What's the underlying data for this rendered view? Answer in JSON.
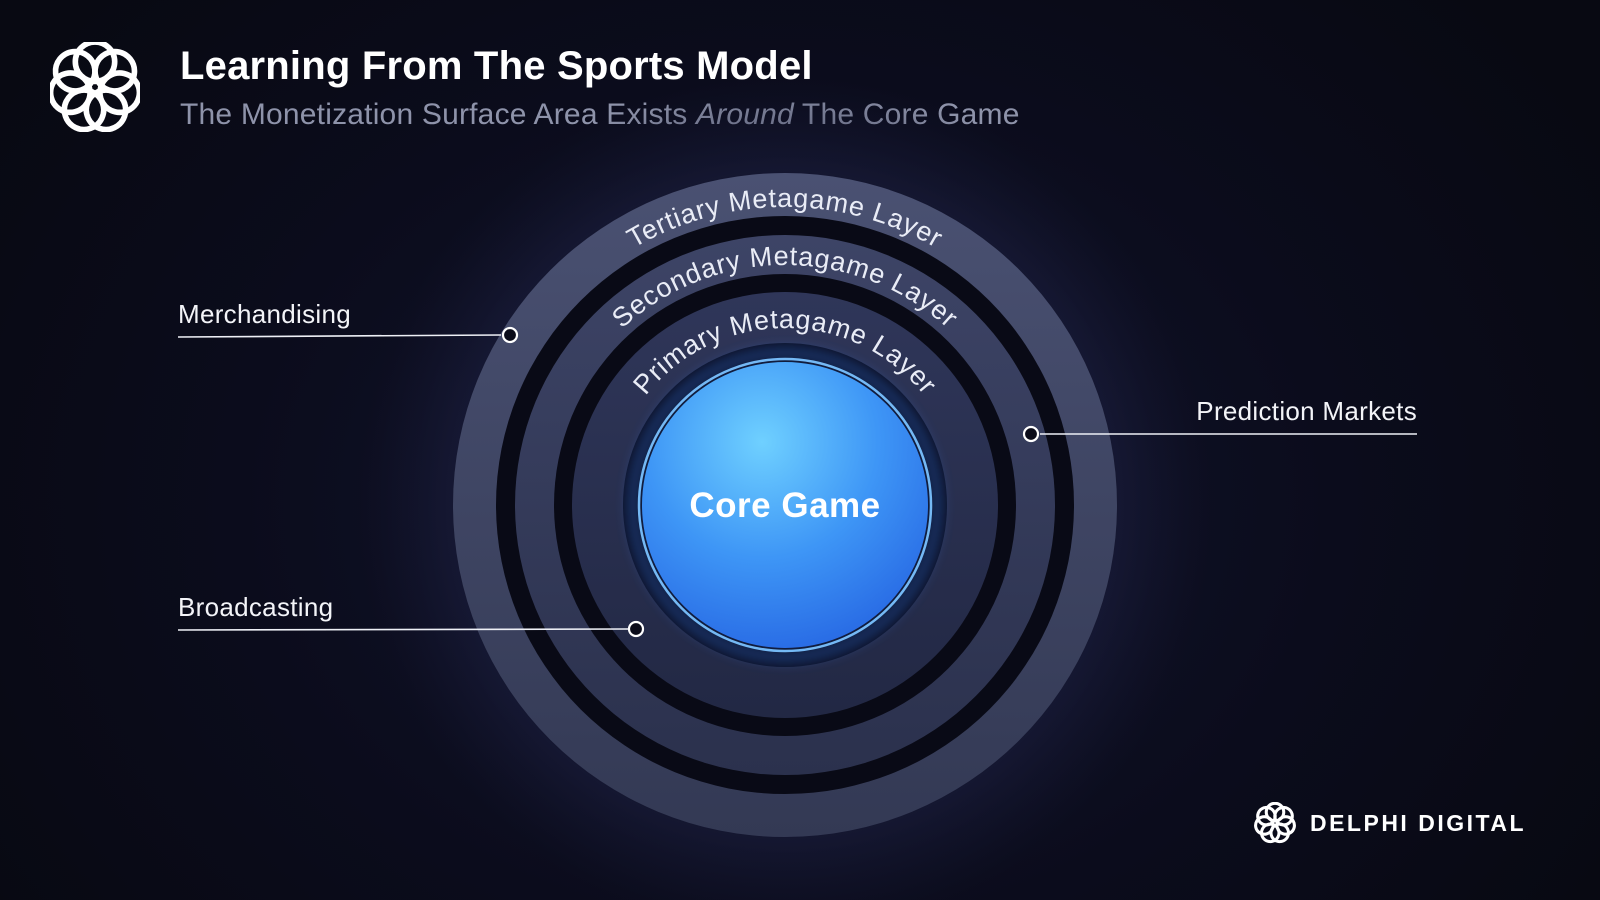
{
  "header": {
    "title": "Learning From The Sports Model",
    "subtitle": {
      "prefix": "The Monetization Surface Area Exists ",
      "italic": "Around",
      "suffix": " The Core Game"
    }
  },
  "diagram": {
    "core_label": "Core Game",
    "rings": [
      {
        "label": "Primary Metagame Layer"
      },
      {
        "label": "Secondary Metagame Layer"
      },
      {
        "label": "Tertiary Metagame Layer"
      }
    ],
    "callouts": [
      {
        "label": "Merchandising",
        "side": "left"
      },
      {
        "label": "Prediction Markets",
        "side": "right"
      },
      {
        "label": "Broadcasting",
        "side": "left"
      }
    ]
  },
  "footer": {
    "brand": "DELPHI DIGITAL"
  },
  "colors": {
    "background": "#0a0b18",
    "core_blue": "#3e96f6",
    "core_blue_light": "#6fd0ff",
    "ring_slate": "#3e4560",
    "text_muted": "#8e93aa"
  }
}
